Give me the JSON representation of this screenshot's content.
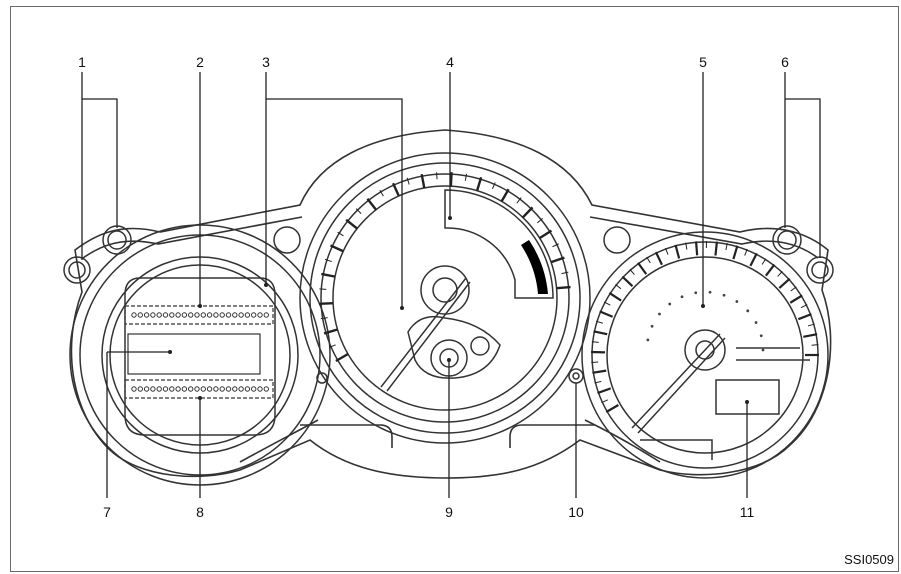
{
  "callouts": {
    "c1": "1",
    "c2": "2",
    "c3": "3",
    "c4": "4",
    "c5": "5",
    "c6": "6",
    "c7": "7",
    "c8": "8",
    "c9": "9",
    "c10": "10",
    "c11": "11"
  },
  "figure_code": "SSI0509",
  "colors": {
    "line": "#333333",
    "label": "#111111",
    "redline": "#000000"
  }
}
